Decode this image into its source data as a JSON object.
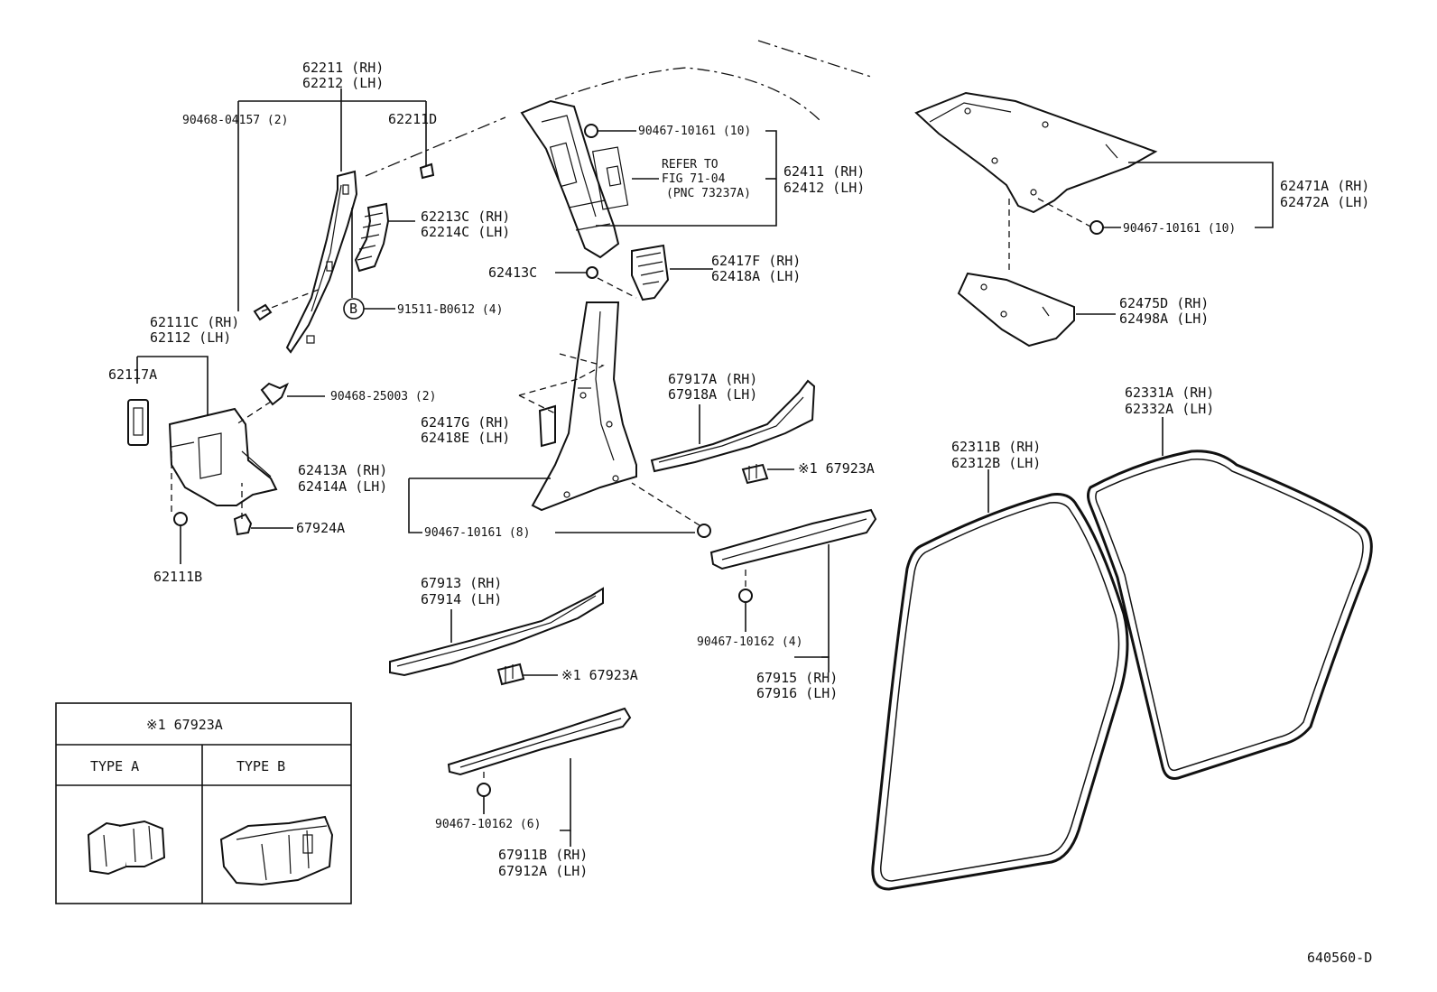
{
  "labels": {
    "l_62211_rh": "62211 (RH)",
    "l_62212_lh": "62212 (LH)",
    "l_90468_04157": "90468-04157 (2)",
    "l_62211d": "62211D",
    "l_62213c_rh": "62213C (RH)",
    "l_62214c_lh": "62214C (LH)",
    "l_91511": "91511-B0612 (4)",
    "l_b_circle": "B",
    "l_62111c_rh": "62111C (RH)",
    "l_62112_lh": "62112  (LH)",
    "l_62117a": "62117A",
    "l_90468_25003": "90468-25003 (2)",
    "l_67924a": "67924A",
    "l_62111b": "62111B",
    "l_90467_10161_10a": "90467-10161 (10)",
    "l_refer_to": "REFER TO",
    "l_fig_71_04": "FIG 71-04",
    "l_pnc": "(PNC 73237A)",
    "l_62411_rh": "62411 (RH)",
    "l_62412_lh": "62412 (LH)",
    "l_62413c": "62413C",
    "l_62417f_rh": "62417F (RH)",
    "l_62418a_lh": "62418A (LH)",
    "l_62417g_rh": "62417G (RH)",
    "l_62418e_lh": "62418E (LH)",
    "l_62413a_rh": "62413A (RH)",
    "l_62414a_lh": "62414A (LH)",
    "l_90467_10161_8": "90467-10161 (8)",
    "l_67917a_rh": "67917A (RH)",
    "l_67918a_lh": "67918A (LH)",
    "l_x1_67923a_a": "※1 67923A",
    "l_67913_rh": "67913 (RH)",
    "l_67914_lh": "67914 (LH)",
    "l_x1_67923a_b": "※1 67923A",
    "l_90467_10162_4": "90467-10162 (4)",
    "l_67915_rh": "67915 (RH)",
    "l_67916_lh": "67916 (LH)",
    "l_90467_10162_6": "90467-10162 (6)",
    "l_67911b_rh": "67911B (RH)",
    "l_67912a_lh": "67912A (LH)",
    "l_62471a_rh": "62471A (RH)",
    "l_62472a_lh": "62472A (LH)",
    "l_90467_10161_10b": "90467-10161 (10)",
    "l_62475d_rh": "62475D (RH)",
    "l_62498a_lh": "62498A (LH)",
    "l_62331a_rh": "62331A (RH)",
    "l_62332a_lh": "62332A (LH)",
    "l_62311b_rh": "62311B (RH)",
    "l_62312b_lh": "62312B (LH)",
    "l_figure_code": "640560-D"
  },
  "legend_table": {
    "header": "※1 67923A",
    "type_a": "TYPE A",
    "type_b": "TYPE B"
  }
}
